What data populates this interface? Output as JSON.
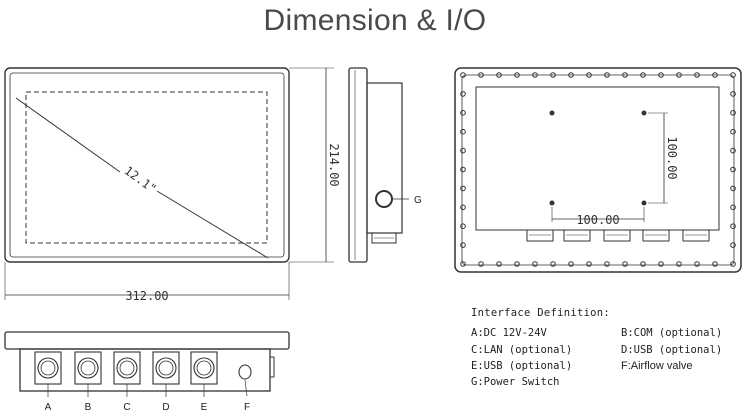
{
  "title": "Dimension & I/O",
  "dimensions": {
    "diagonal": "12.1\"",
    "height": "214.00",
    "width": "312.00",
    "mount_vertical": "100.00",
    "mount_horizontal": "100.00"
  },
  "side_label": "G",
  "ports": [
    "A",
    "B",
    "C",
    "D",
    "E",
    "F"
  ],
  "legend": {
    "title": "Interface Definition:",
    "items": [
      {
        "id": "a",
        "text": "A:DC 12V-24V"
      },
      {
        "id": "b",
        "text": "B:COM (optional)"
      },
      {
        "id": "c",
        "text": "C:LAN (optional)"
      },
      {
        "id": "d",
        "text": "D:USB (optional)"
      },
      {
        "id": "e",
        "text": "E:USB (optional)"
      },
      {
        "id": "f",
        "text": "F:Airflow valve"
      },
      {
        "id": "g",
        "text": "G:Power Switch"
      }
    ]
  }
}
